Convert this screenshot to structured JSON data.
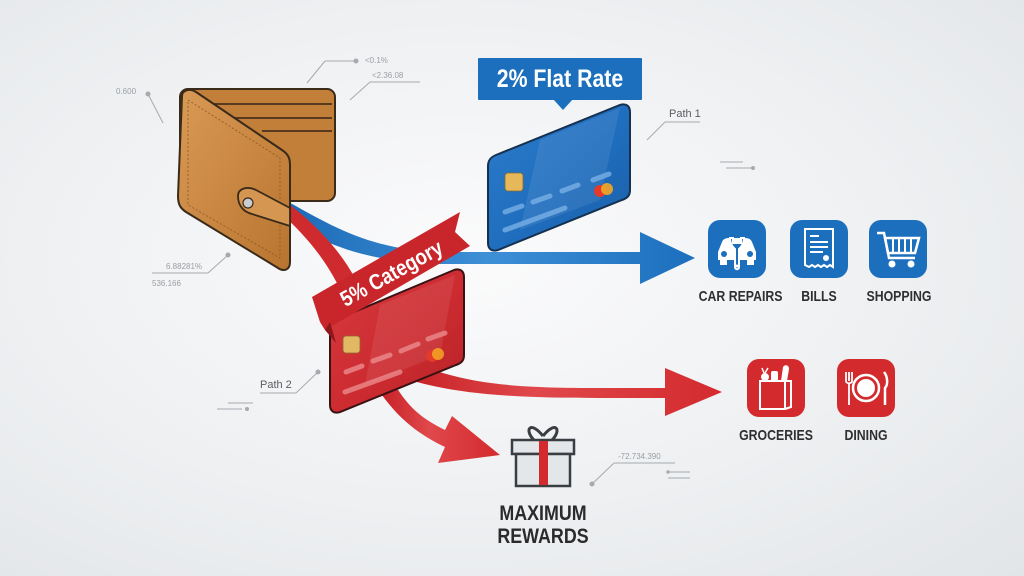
{
  "colors": {
    "blue": "#1c6fbd",
    "red": "#d32a2e",
    "wallet": "#c9843f",
    "text_dark": "#2b2b2b",
    "annotation": "#9a9ea3"
  },
  "flat_rate_card": {
    "badge": "2% Flat Rate",
    "path_label": "Path 1",
    "color": "#1c6fbd"
  },
  "category_card": {
    "banner": "5% Category",
    "path_label": "Path 2",
    "color": "#d32a2e"
  },
  "blue_destinations": [
    {
      "label": "CAR REPAIRS",
      "icon": "car-wrench-icon"
    },
    {
      "label": "BILLS",
      "icon": "receipt-icon"
    },
    {
      "label": "SHOPPING",
      "icon": "shopping-cart-icon"
    }
  ],
  "red_destinations": [
    {
      "label": "GROCERIES",
      "icon": "grocery-bag-icon"
    },
    {
      "label": "DINING",
      "icon": "plate-cutlery-icon"
    }
  ],
  "rewards": {
    "line1": "MAXIMUM",
    "line2": "REWARDS",
    "icon": "gift-icon"
  },
  "annotations": {
    "a1": "0.600",
    "a2": "<0.1%",
    "a3": "<2.36.08",
    "a4": "6.88281%",
    "a5": "536.166",
    "a6": "-72.734.390"
  }
}
